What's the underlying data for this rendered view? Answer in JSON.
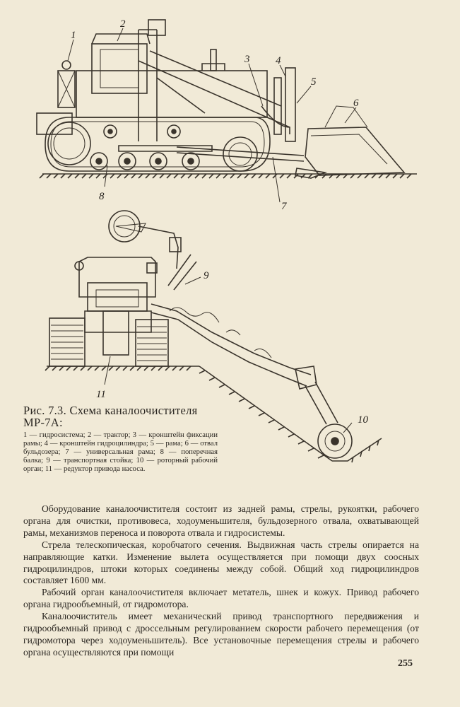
{
  "figure": {
    "labels": [
      "1",
      "2",
      "3",
      "4",
      "5",
      "6",
      "7",
      "8",
      "9",
      "10",
      "11"
    ]
  },
  "caption": {
    "title_line1": "Рис. 7.3. Схема каналоочистителя",
    "title_line2": "МР-7А:",
    "legend": "1 — гидросистема; 2 — трактор; 3 — кронштейн фиксации рамы; 4 — кронштейн гидроцилиндра; 5 — рама; 6 — отвал бульдозера; 7 — универсальная рама; 8 — поперечная балка; 9 — транспортная стойка; 10 — роторный рабочий орган; 11 — редуктор привода насоса."
  },
  "paragraphs": [
    "Оборудование каналоочистителя состоит из задней рамы, стрелы, рукоятки, рабочего органа для очистки, противовеса, ходоуменьшителя, бульдозерного отвала, охватывающей рамы, механизмов переноса и поворота отвала и гидросистемы.",
    "Стрела телескопическая, коробчатого сечения. Выдвижная часть стрелы опирается на направляющие катки. Изменение вылета осуществляется при помощи двух соосных гидроцилиндров, штоки которых соединены между собой. Общий ход гидроцилиндров составляет 1600 мм.",
    "Рабочий орган каналоочистителя включает метатель, шнек и кожух. Привод рабочего органа гидрообъемный, от гидромотора.",
    "Каналоочиститель имеет механический привод транспортного передвижения и гидрообъемный привод с дроссельным регулированием скорости рабочего перемещения (от гидромотора через ходоуменьшитель). Все установочные перемещения стрелы и рабочего органа осуществляются при помощи"
  ],
  "page_number": "255"
}
